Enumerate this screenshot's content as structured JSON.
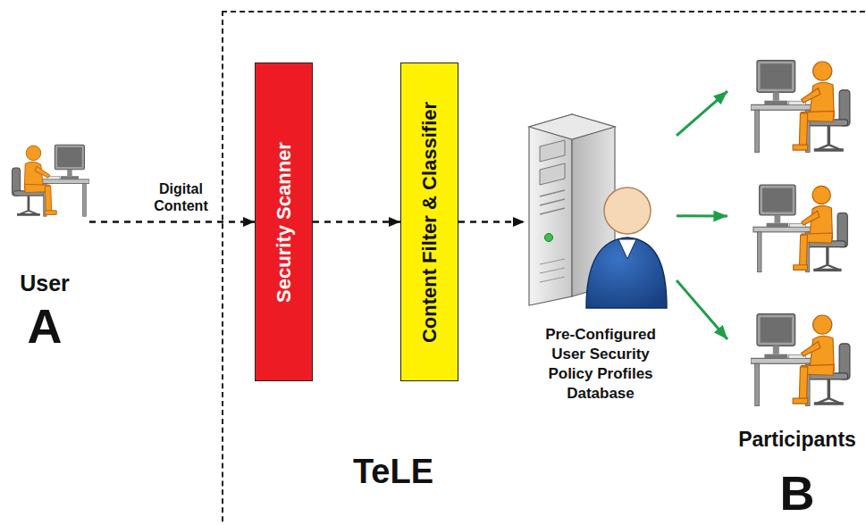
{
  "diagram": {
    "nodes": [
      {
        "text": [
          "TeLE"
        ]
      },
      {
        "text": [
          "User",
          "A"
        ]
      },
      {
        "text": [
          "Security Scanner"
        ],
        "in": 0
      },
      {
        "text": [
          "Content Filter & Classifier"
        ],
        "in": 0
      },
      {
        "text": [
          "Pre-Configured User Security Policy Profiles Database"
        ],
        "in": 0
      },
      {
        "text": [
          "Participants",
          "B"
        ],
        "in": 0
      }
    ],
    "edges": [
      {
        "from": 1,
        "to": 2,
        "label": "Digital Content",
        "arrow": "to"
      },
      {
        "from": 2,
        "to": 3,
        "arrow": "to"
      },
      {
        "from": 3,
        "to": 4,
        "arrow": "to"
      },
      {
        "from": 4,
        "to": 5,
        "arrow": "to"
      },
      {
        "from": 4,
        "to": 5,
        "arrow": "to"
      },
      {
        "from": 4,
        "to": 5,
        "arrow": "to"
      }
    ]
  }
}
